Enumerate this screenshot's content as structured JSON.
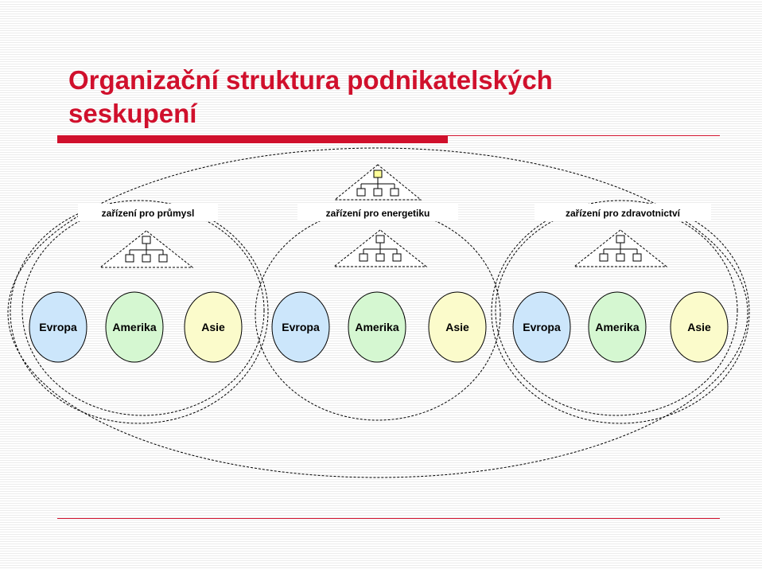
{
  "title": "Organizační struktura podnikatelských seskupení",
  "colors": {
    "title": "#d0102c",
    "rule": "#d0102c",
    "evropa": "#cce6fb",
    "amerika": "#d5f7d1",
    "asie": "#fbfbcb",
    "top_node": "#ffff99"
  },
  "diagram": {
    "top_icon": "org-chart-icon",
    "sectors": [
      {
        "label": "zařízení pro průmysl",
        "icon": "org-chart-icon",
        "regions": [
          {
            "label": "Evropa",
            "fill": "#cce6fb"
          },
          {
            "label": "Amerika",
            "fill": "#d5f7d1"
          },
          {
            "label": "Asie",
            "fill": "#fbfbcb"
          }
        ]
      },
      {
        "label": "zařízení pro energetiku",
        "icon": "org-chart-icon",
        "regions": [
          {
            "label": "Evropa",
            "fill": "#cce6fb"
          },
          {
            "label": "Amerika",
            "fill": "#d5f7d1"
          },
          {
            "label": "Asie",
            "fill": "#fbfbcb"
          }
        ]
      },
      {
        "label": "zařízení pro zdravotnictví",
        "icon": "org-chart-icon",
        "regions": [
          {
            "label": "Evropa",
            "fill": "#cce6fb"
          },
          {
            "label": "Amerika",
            "fill": "#d5f7d1"
          },
          {
            "label": "Asie",
            "fill": "#fbfbcb"
          }
        ]
      }
    ]
  }
}
